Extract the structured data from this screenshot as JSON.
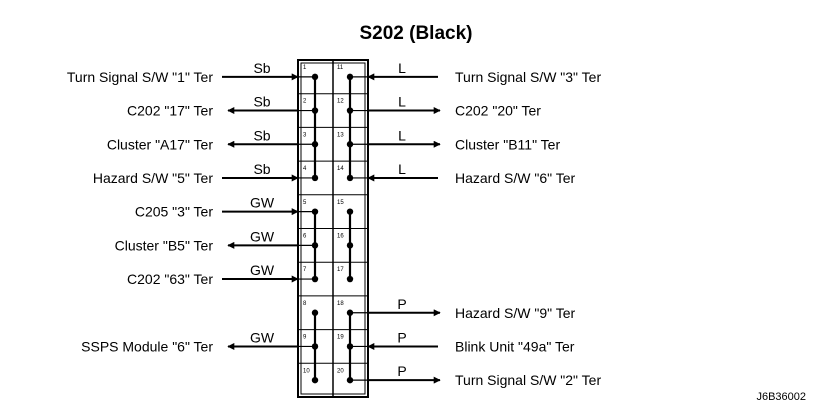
{
  "title": "S202 (Black)",
  "figure_code": "J6B36002",
  "left_connections": [
    {
      "pin": "1",
      "wire": "Sb",
      "label": "Turn Signal S/W  \"1\" Ter",
      "dir": "in"
    },
    {
      "pin": "2",
      "wire": "Sb",
      "label": "C202  \"17\" Ter",
      "dir": "out"
    },
    {
      "pin": "3",
      "wire": "Sb",
      "label": "Cluster  \"A17\" Ter",
      "dir": "out"
    },
    {
      "pin": "4",
      "wire": "Sb",
      "label": "Hazard S/W  \"5\" Ter",
      "dir": "in"
    },
    {
      "pin": "5",
      "wire": "GW",
      "label": "C205  \"3\" Ter",
      "dir": "in"
    },
    {
      "pin": "6",
      "wire": "GW",
      "label": "Cluster  \"B5\" Ter",
      "dir": "out"
    },
    {
      "pin": "7",
      "wire": "GW",
      "label": "C202  \"63\" Ter",
      "dir": "in"
    },
    {
      "pin": "8",
      "wire": "",
      "label": "",
      "dir": "none"
    },
    {
      "pin": "9",
      "wire": "GW",
      "label": "SSPS Module  \"6\" Ter",
      "dir": "out"
    },
    {
      "pin": "10",
      "wire": "",
      "label": "",
      "dir": "none"
    }
  ],
  "right_connections": [
    {
      "pin": "11",
      "wire": "L",
      "label": "Turn Signal S/W  \"3\" Ter",
      "dir": "in"
    },
    {
      "pin": "12",
      "wire": "L",
      "label": "C202  \"20\" Ter",
      "dir": "out"
    },
    {
      "pin": "13",
      "wire": "L",
      "label": "Cluster  \"B11\" Ter",
      "dir": "out"
    },
    {
      "pin": "14",
      "wire": "L",
      "label": "Hazard S/W  \"6\" Ter",
      "dir": "in"
    },
    {
      "pin": "15",
      "wire": "",
      "label": "",
      "dir": "none"
    },
    {
      "pin": "16",
      "wire": "",
      "label": "",
      "dir": "none"
    },
    {
      "pin": "17",
      "wire": "",
      "label": "",
      "dir": "none"
    },
    {
      "pin": "18",
      "wire": "P",
      "label": "Hazard S/W  \"9\" Ter",
      "dir": "out"
    },
    {
      "pin": "19",
      "wire": "P",
      "label": "Blink Unit  \"49a\" Ter",
      "dir": "in"
    },
    {
      "pin": "20",
      "wire": "P",
      "label": "Turn Signal S/W  \"2\" Ter",
      "dir": "out"
    }
  ],
  "bus_groups": {
    "left": [
      [
        1,
        4
      ],
      [
        5,
        7
      ],
      [
        8,
        10
      ]
    ],
    "right": [
      [
        11,
        14
      ],
      [
        15,
        17
      ],
      [
        18,
        20
      ]
    ]
  }
}
